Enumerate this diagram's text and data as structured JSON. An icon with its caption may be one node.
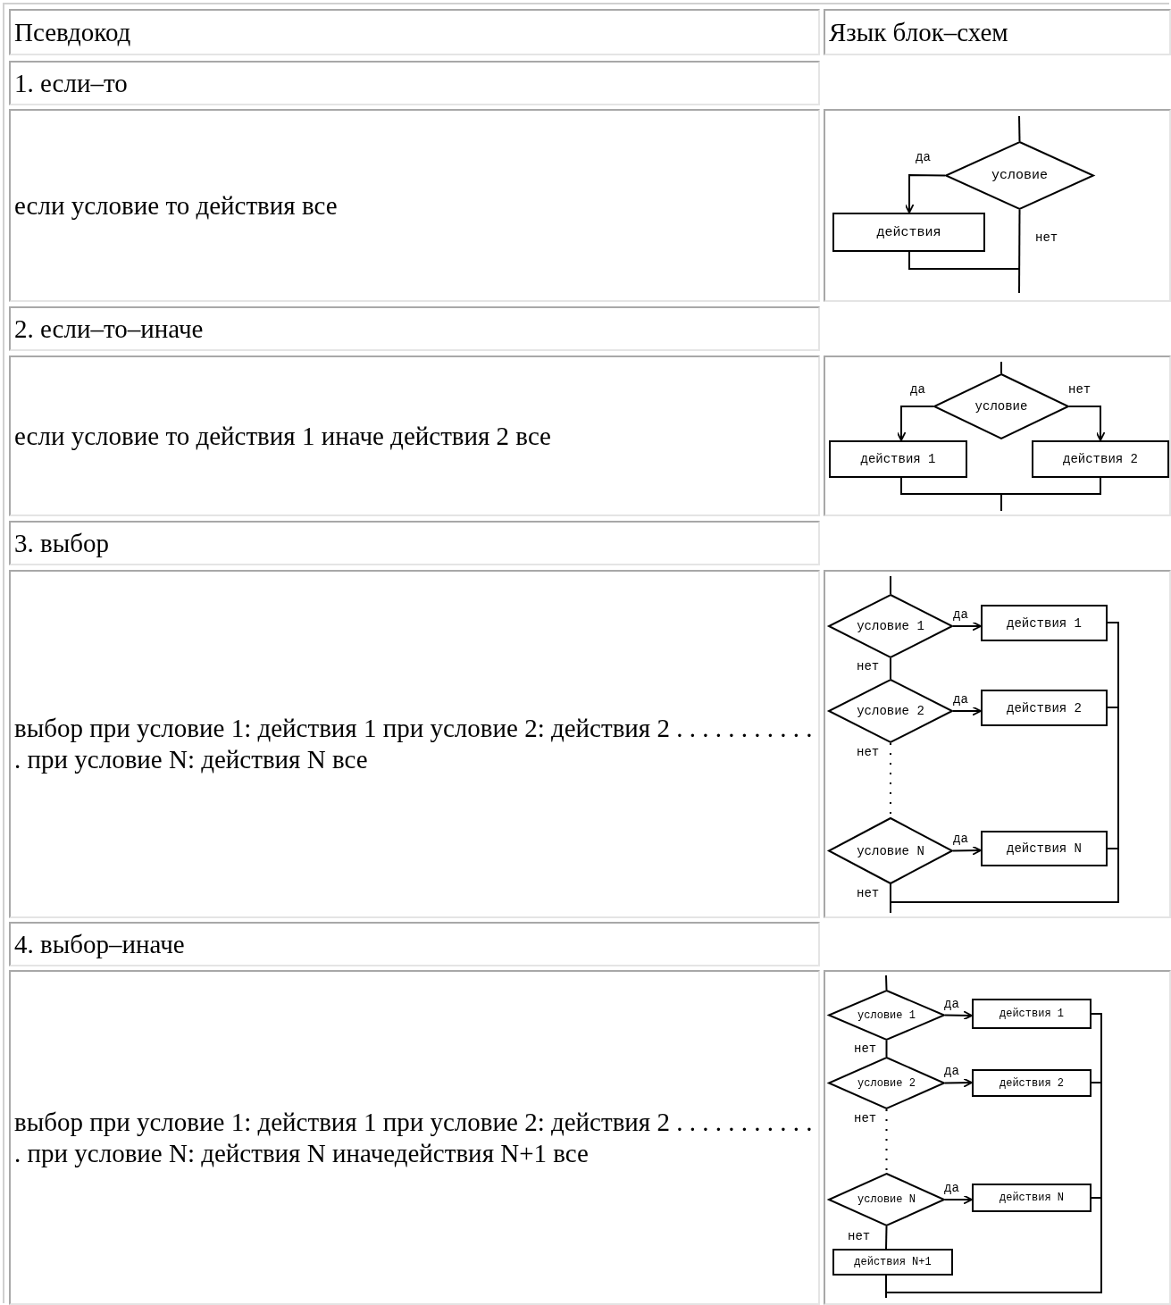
{
  "diagram": {
    "nodes": [
      {
        "text": [
          "условие"
        ]
      },
      {
        "text": [
          "действия"
        ]
      },
      {
        "text": [
          "условие"
        ]
      },
      {
        "text": [
          "действия 1"
        ]
      },
      {
        "text": [
          "действия 2"
        ]
      },
      {
        "text": [
          "условие 1"
        ]
      },
      {
        "text": [
          "действия 1"
        ]
      },
      {
        "text": [
          "условие 2"
        ]
      },
      {
        "text": [
          "действия 2"
        ]
      },
      {
        "text": [
          "условие N"
        ]
      },
      {
        "text": [
          "действия N"
        ]
      },
      {
        "text": [
          "условие 1"
        ]
      },
      {
        "text": [
          "действия 1"
        ]
      },
      {
        "text": [
          "условие 2"
        ]
      },
      {
        "text": [
          "действия 2"
        ]
      },
      {
        "text": [
          "условие N"
        ]
      },
      {
        "text": [
          "действия N"
        ]
      },
      {
        "text": [
          "действия N+1"
        ]
      }
    ],
    "edges": [
      {
        "from": null,
        "to": 0,
        "arrow": "none"
      },
      {
        "from": 0,
        "to": 1,
        "arrow": "to",
        "label": "да"
      },
      {
        "from": 0,
        "to": null,
        "arrow": "none",
        "label": "нет"
      },
      {
        "from": 1,
        "to": null,
        "arrow": "none"
      },
      {
        "from": null,
        "to": 2,
        "arrow": "none"
      },
      {
        "from": 2,
        "to": 3,
        "arrow": "to",
        "label": "да"
      },
      {
        "from": 2,
        "to": 4,
        "arrow": "to",
        "label": "нет"
      },
      {
        "from": 3,
        "to": null,
        "arrow": "none"
      },
      {
        "from": 4,
        "to": null,
        "arrow": "none"
      },
      {
        "from": null,
        "to": 5,
        "arrow": "none"
      },
      {
        "from": 5,
        "to": 6,
        "arrow": "to",
        "label": "да"
      },
      {
        "from": 5,
        "to": 7,
        "arrow": "none",
        "label": "нет"
      },
      {
        "from": 7,
        "to": 8,
        "arrow": "to",
        "label": "да"
      },
      {
        "from": 7,
        "to": 9,
        "arrow": "none",
        "label": "нет",
        "style": "dashed"
      },
      {
        "from": 9,
        "to": 10,
        "arrow": "to",
        "label": "да"
      },
      {
        "from": 9,
        "to": null,
        "arrow": "none",
        "label": "нет"
      },
      {
        "from": 6,
        "to": null,
        "arrow": "none"
      },
      {
        "from": 8,
        "to": null,
        "arrow": "none"
      },
      {
        "from": 10,
        "to": null,
        "arrow": "none"
      },
      {
        "from": null,
        "to": 11,
        "arrow": "none"
      },
      {
        "from": 11,
        "to": 12,
        "arrow": "to",
        "label": "да"
      },
      {
        "from": 11,
        "to": 13,
        "arrow": "none",
        "label": "нет"
      },
      {
        "from": 13,
        "to": 14,
        "arrow": "to",
        "label": "да"
      },
      {
        "from": 13,
        "to": 15,
        "arrow": "none",
        "label": "нет",
        "style": "dashed"
      },
      {
        "from": 15,
        "to": 16,
        "arrow": "to",
        "label": "да"
      },
      {
        "from": 15,
        "to": 17,
        "arrow": "none",
        "label": "нет"
      },
      {
        "from": 17,
        "to": null,
        "arrow": "none"
      },
      {
        "from": 12,
        "to": null,
        "arrow": "none"
      },
      {
        "from": 14,
        "to": null,
        "arrow": "none"
      },
      {
        "from": 16,
        "to": null,
        "arrow": "none"
      }
    ],
    "labels": [
      "Псевдокод",
      "Язык блок–схем",
      "1. если–то",
      "если условие то действия все",
      "2. если–то–иначе",
      "если условие то действия 1 иначе действия 2 все",
      "3. выбор",
      "выбор при условие 1: действия 1 при условие 2: действия 2 . . . . . . . . . . . . при условие N: действия N все",
      "4. выбор–иначе",
      "выбор при условие 1: действия 1 при условие 2: действия 2 . . . . . . . . . . . . при условие N: действия N иначедействия N+1 все"
    ]
  }
}
